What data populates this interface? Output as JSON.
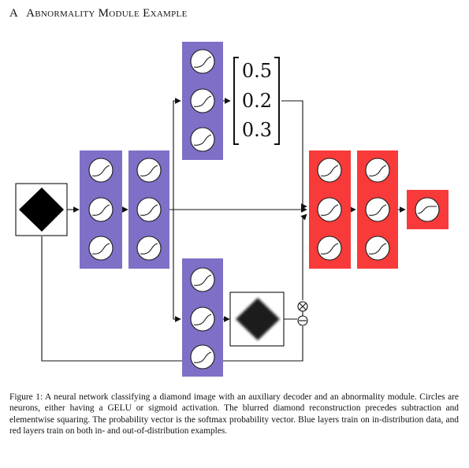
{
  "heading": {
    "section_letter": "A",
    "title": "Abnormality Module Example"
  },
  "diagram": {
    "colors": {
      "in_distribution_layer": "#7f6fc6",
      "all_data_layer": "#f83a3a",
      "diamond_sharp": "#000000",
      "diamond_blurred": "#1e1e1e"
    },
    "probability_vector": [
      "0.5",
      "0.2",
      "0.3"
    ],
    "operator_icons": [
      "elementwise-square-icon",
      "subtraction-icon"
    ],
    "neuron_icons": [
      "gelu-curve-icon",
      "sigmoid-curve-icon"
    ]
  },
  "caption": "Figure 1: A neural network classifying a diamond image with an auxiliary decoder and an abnormality module. Circles are neurons, either having a GELU or sigmoid activation. The blurred diamond reconstruction precedes subtraction and elementwise squaring. The probability vector is the softmax probability vector. Blue layers train on in-distribution data, and red layers train on both in- and out-of-distribution examples."
}
